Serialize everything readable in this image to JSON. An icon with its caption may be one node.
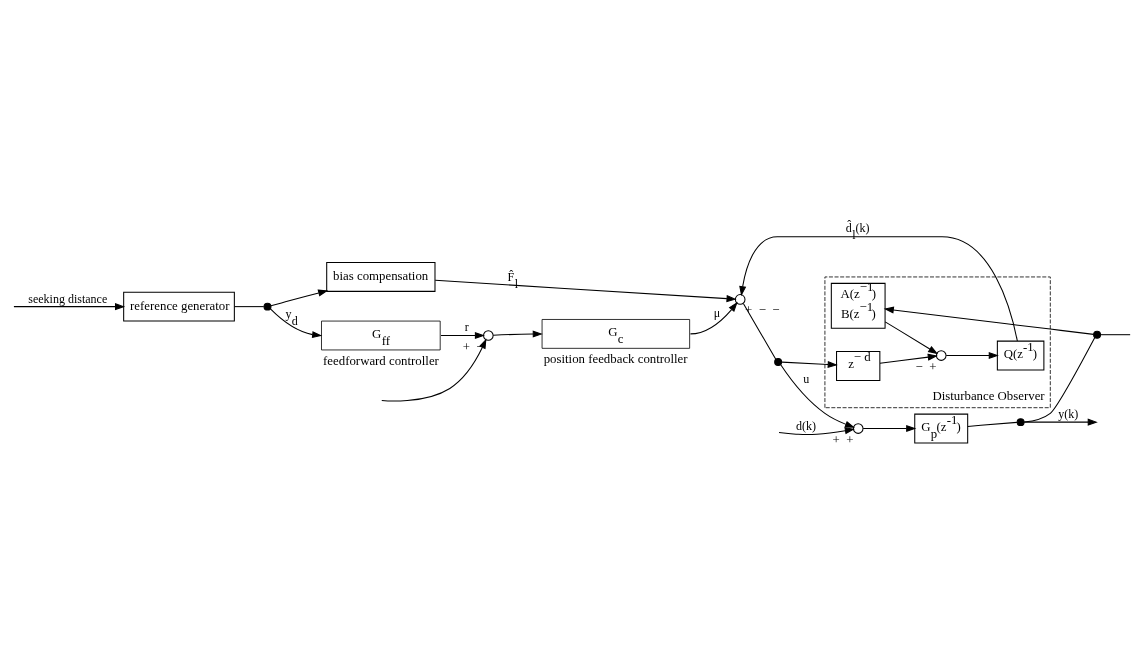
{
  "diagram": {
    "nodes": [
      {
        "text": [
          "reference generator"
        ]
      },
      {
        "text": [
          "bias compensation"
        ]
      },
      {
        "text": [
          "G$_{ff}$"
        ],
        "beside": [
          "feedforward controller"
        ]
      },
      {
        "text": [],
        "shape": "circle",
        "beside": [
          "+",
          "−"
        ]
      },
      {
        "text": [
          "G$_{c}$"
        ],
        "beside": [
          "position feedback controller"
        ]
      },
      {
        "text": [],
        "shape": "circle",
        "beside": [
          "+",
          "−",
          "−"
        ]
      },
      {
        "text": [],
        "shape": "dot"
      },
      {
        "text": [],
        "shape": "circle",
        "beside": [
          "+",
          "+"
        ]
      },
      {
        "text": [
          "G$_{p}$(z$^{-1}$)"
        ]
      },
      {
        "text": [],
        "shape": "dot"
      },
      {
        "text": [
          "Disturbance Observer"
        ]
      },
      {
        "text": [
          "z$^{− d}$"
        ],
        "in": 10
      },
      {
        "text": [],
        "shape": "circle",
        "in": 10,
        "beside": [
          "−",
          "+"
        ]
      },
      {
        "text": [
          "A(z$^{−1}$)",
          "B(z$^{−1}$)"
        ],
        "in": 10
      },
      {
        "text": [
          "Q(z$^{-1}$)"
        ],
        "in": 10
      },
      {
        "text": [],
        "shape": "dot"
      },
      {
        "text": [],
        "shape": "dot"
      }
    ],
    "edges": [
      {
        "from": null,
        "to": 0,
        "arrow": "to",
        "label": "seeking distance"
      },
      {
        "from": 0,
        "to": 16,
        "arrow": "none"
      },
      {
        "from": 16,
        "to": 1,
        "arrow": "to"
      },
      {
        "from": 16,
        "to": 2,
        "arrow": "to",
        "label": "y$_{d}$"
      },
      {
        "from": 2,
        "to": 3,
        "arrow": "to",
        "label": "r"
      },
      {
        "from": null,
        "to": 3,
        "arrow": "to"
      },
      {
        "from": 3,
        "to": 4,
        "arrow": "to"
      },
      {
        "from": 4,
        "to": 5,
        "arrow": "to",
        "label": "μ"
      },
      {
        "from": 1,
        "to": 5,
        "arrow": "to",
        "label": "F̂$_{l}$"
      },
      {
        "from": 14,
        "to": 5,
        "arrow": "to",
        "label": "d̂$_{l}$(k)"
      },
      {
        "from": 5,
        "to": 6,
        "arrow": "none"
      },
      {
        "from": 6,
        "to": 7,
        "arrow": "to",
        "label": "u"
      },
      {
        "from": null,
        "to": 7,
        "arrow": "to",
        "label": "d(k)"
      },
      {
        "from": 7,
        "to": 8,
        "arrow": "to"
      },
      {
        "from": 8,
        "to": 9,
        "arrow": "none"
      },
      {
        "from": 9,
        "to": null,
        "arrow": "to",
        "label": "y(k)"
      },
      {
        "from": 9,
        "to": 15,
        "arrow": "none"
      },
      {
        "from": 15,
        "to": 13,
        "arrow": "to"
      },
      {
        "from": 15,
        "to": null,
        "arrow": "none"
      },
      {
        "from": 6,
        "to": 11,
        "arrow": "to"
      },
      {
        "from": 11,
        "to": 12,
        "arrow": "to"
      },
      {
        "from": 13,
        "to": 12,
        "arrow": "to"
      },
      {
        "from": 12,
        "to": 14,
        "arrow": "to"
      }
    ]
  }
}
